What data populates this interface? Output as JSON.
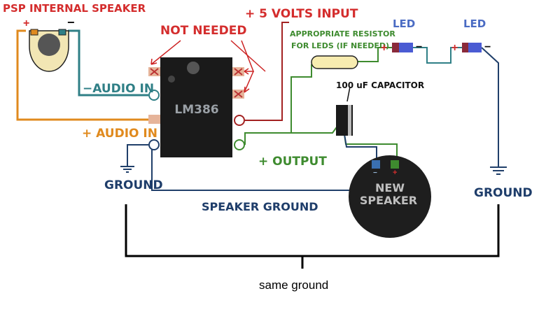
{
  "colors": {
    "audio_minus": "#2f7f86",
    "audio_plus": "#e08a1e",
    "vcc": "#a32222",
    "output": "#3e8b2f",
    "ground": "#203f6a",
    "chip": "#1a1a1a",
    "red_text": "#d42d2d",
    "green_text": "#3e8b2f",
    "blue_text": "#1e3d6a",
    "orange_text": "#e08a1e",
    "teal_text": "#2f7f86",
    "resistor": "#f7ecb0"
  },
  "labels": {
    "psp_speaker": "PSP INTERNAL SPEAKER",
    "not_needed": "NOT NEEDED",
    "plus5v": "+ 5 VOLTS INPUT",
    "resistor": "APPROPRIATE RESISTOR",
    "resistor2": "FOR LEDS (IF NEEDED)",
    "led1": "LED",
    "led2": "LED",
    "audio_minus": "−AUDIO IN",
    "audio_plus": "+ AUDIO IN",
    "chip": "LM386",
    "capacitor": "100 uF CAPACITOR",
    "output": "+ OUTPUT",
    "ground_left": "GROUND",
    "ground_right": "GROUND",
    "speaker_ground": "SPEAKER GROUND",
    "new_speaker_1": "NEW",
    "new_speaker_2": "SPEAKER",
    "same_ground": "same ground",
    "plus": "+",
    "minus": "−"
  }
}
